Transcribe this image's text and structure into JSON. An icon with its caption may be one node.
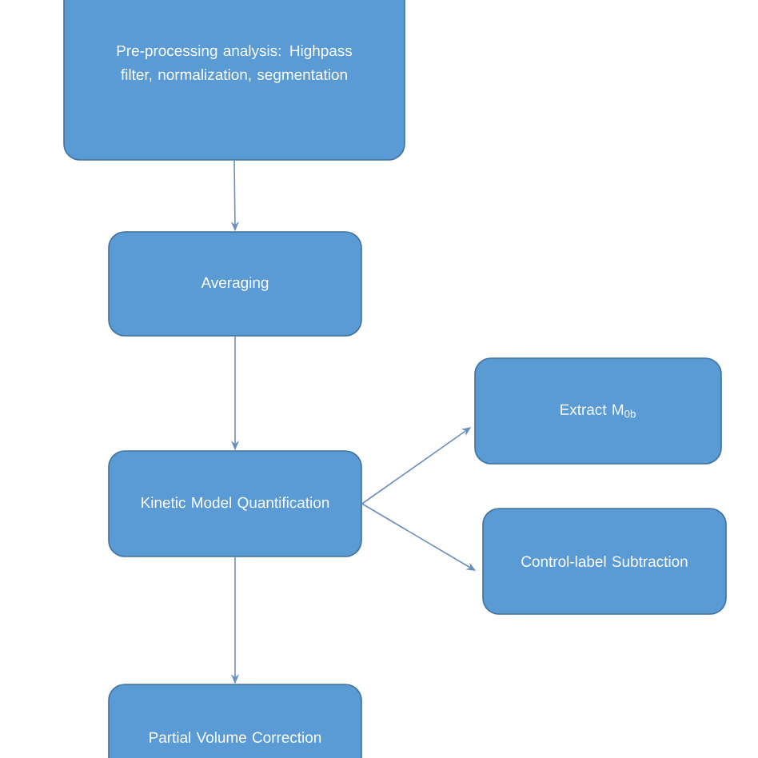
{
  "diagram": {
    "nodes": [
      {
        "text": [
          "Pre-processing analysis: Highpass filter, normalization, segmentation"
        ]
      },
      {
        "text": [
          "Averaging"
        ]
      },
      {
        "text": [
          "Kinetic Model Quantification"
        ]
      },
      {
        "text": [
          "Extract M$_{0b}$"
        ]
      },
      {
        "text": [
          "Control-label Subtraction"
        ]
      },
      {
        "text": [
          "Partial Volume Correction"
        ]
      }
    ],
    "edges": [
      {
        "from": 0,
        "to": 1,
        "arrow": "to"
      },
      {
        "from": 1,
        "to": 2,
        "arrow": "to"
      },
      {
        "from": 2,
        "to": 3,
        "arrow": "to"
      },
      {
        "from": 2,
        "to": 4,
        "arrow": "to"
      },
      {
        "from": 2,
        "to": 5,
        "arrow": "to"
      }
    ]
  }
}
